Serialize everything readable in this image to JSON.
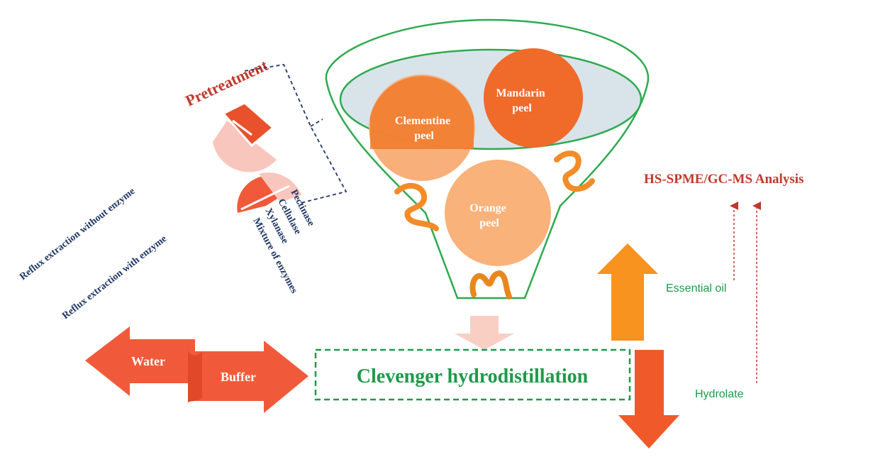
{
  "pretreatment": {
    "title": "Pretreatment",
    "option_without": "Reflux extraction without enzyme",
    "option_with": "Reflux extraction with enzyme",
    "enzymes": [
      "Pectinase",
      "Cellulase",
      "Xylanase",
      "Mixture of enzymes"
    ]
  },
  "funnel": {
    "peels": {
      "clementine": [
        "Clementine",
        "peel"
      ],
      "mandarin": [
        "Mandarin",
        "peel"
      ],
      "orange": [
        "Orange",
        "peel"
      ]
    }
  },
  "process": {
    "title": "Clevenger hydrodistillation",
    "media": {
      "water": "Water",
      "buffer": "Buffer"
    }
  },
  "outputs": {
    "essential_oil": "Essential oil",
    "hydrolate": "Hydrolate",
    "analysis": "HS-SPME/GC-MS Analysis"
  },
  "colors": {
    "pretreatment_title": "#c0392b",
    "dark_blue": "#1f3864",
    "green": "#1e9a4a",
    "arrow_red": "#f05a3a",
    "arrow_orange": "#f7931e",
    "analysis_red": "#c0392b",
    "funnel_green": "#2eaa4f",
    "bowl_fill": "#d9e3ea"
  }
}
